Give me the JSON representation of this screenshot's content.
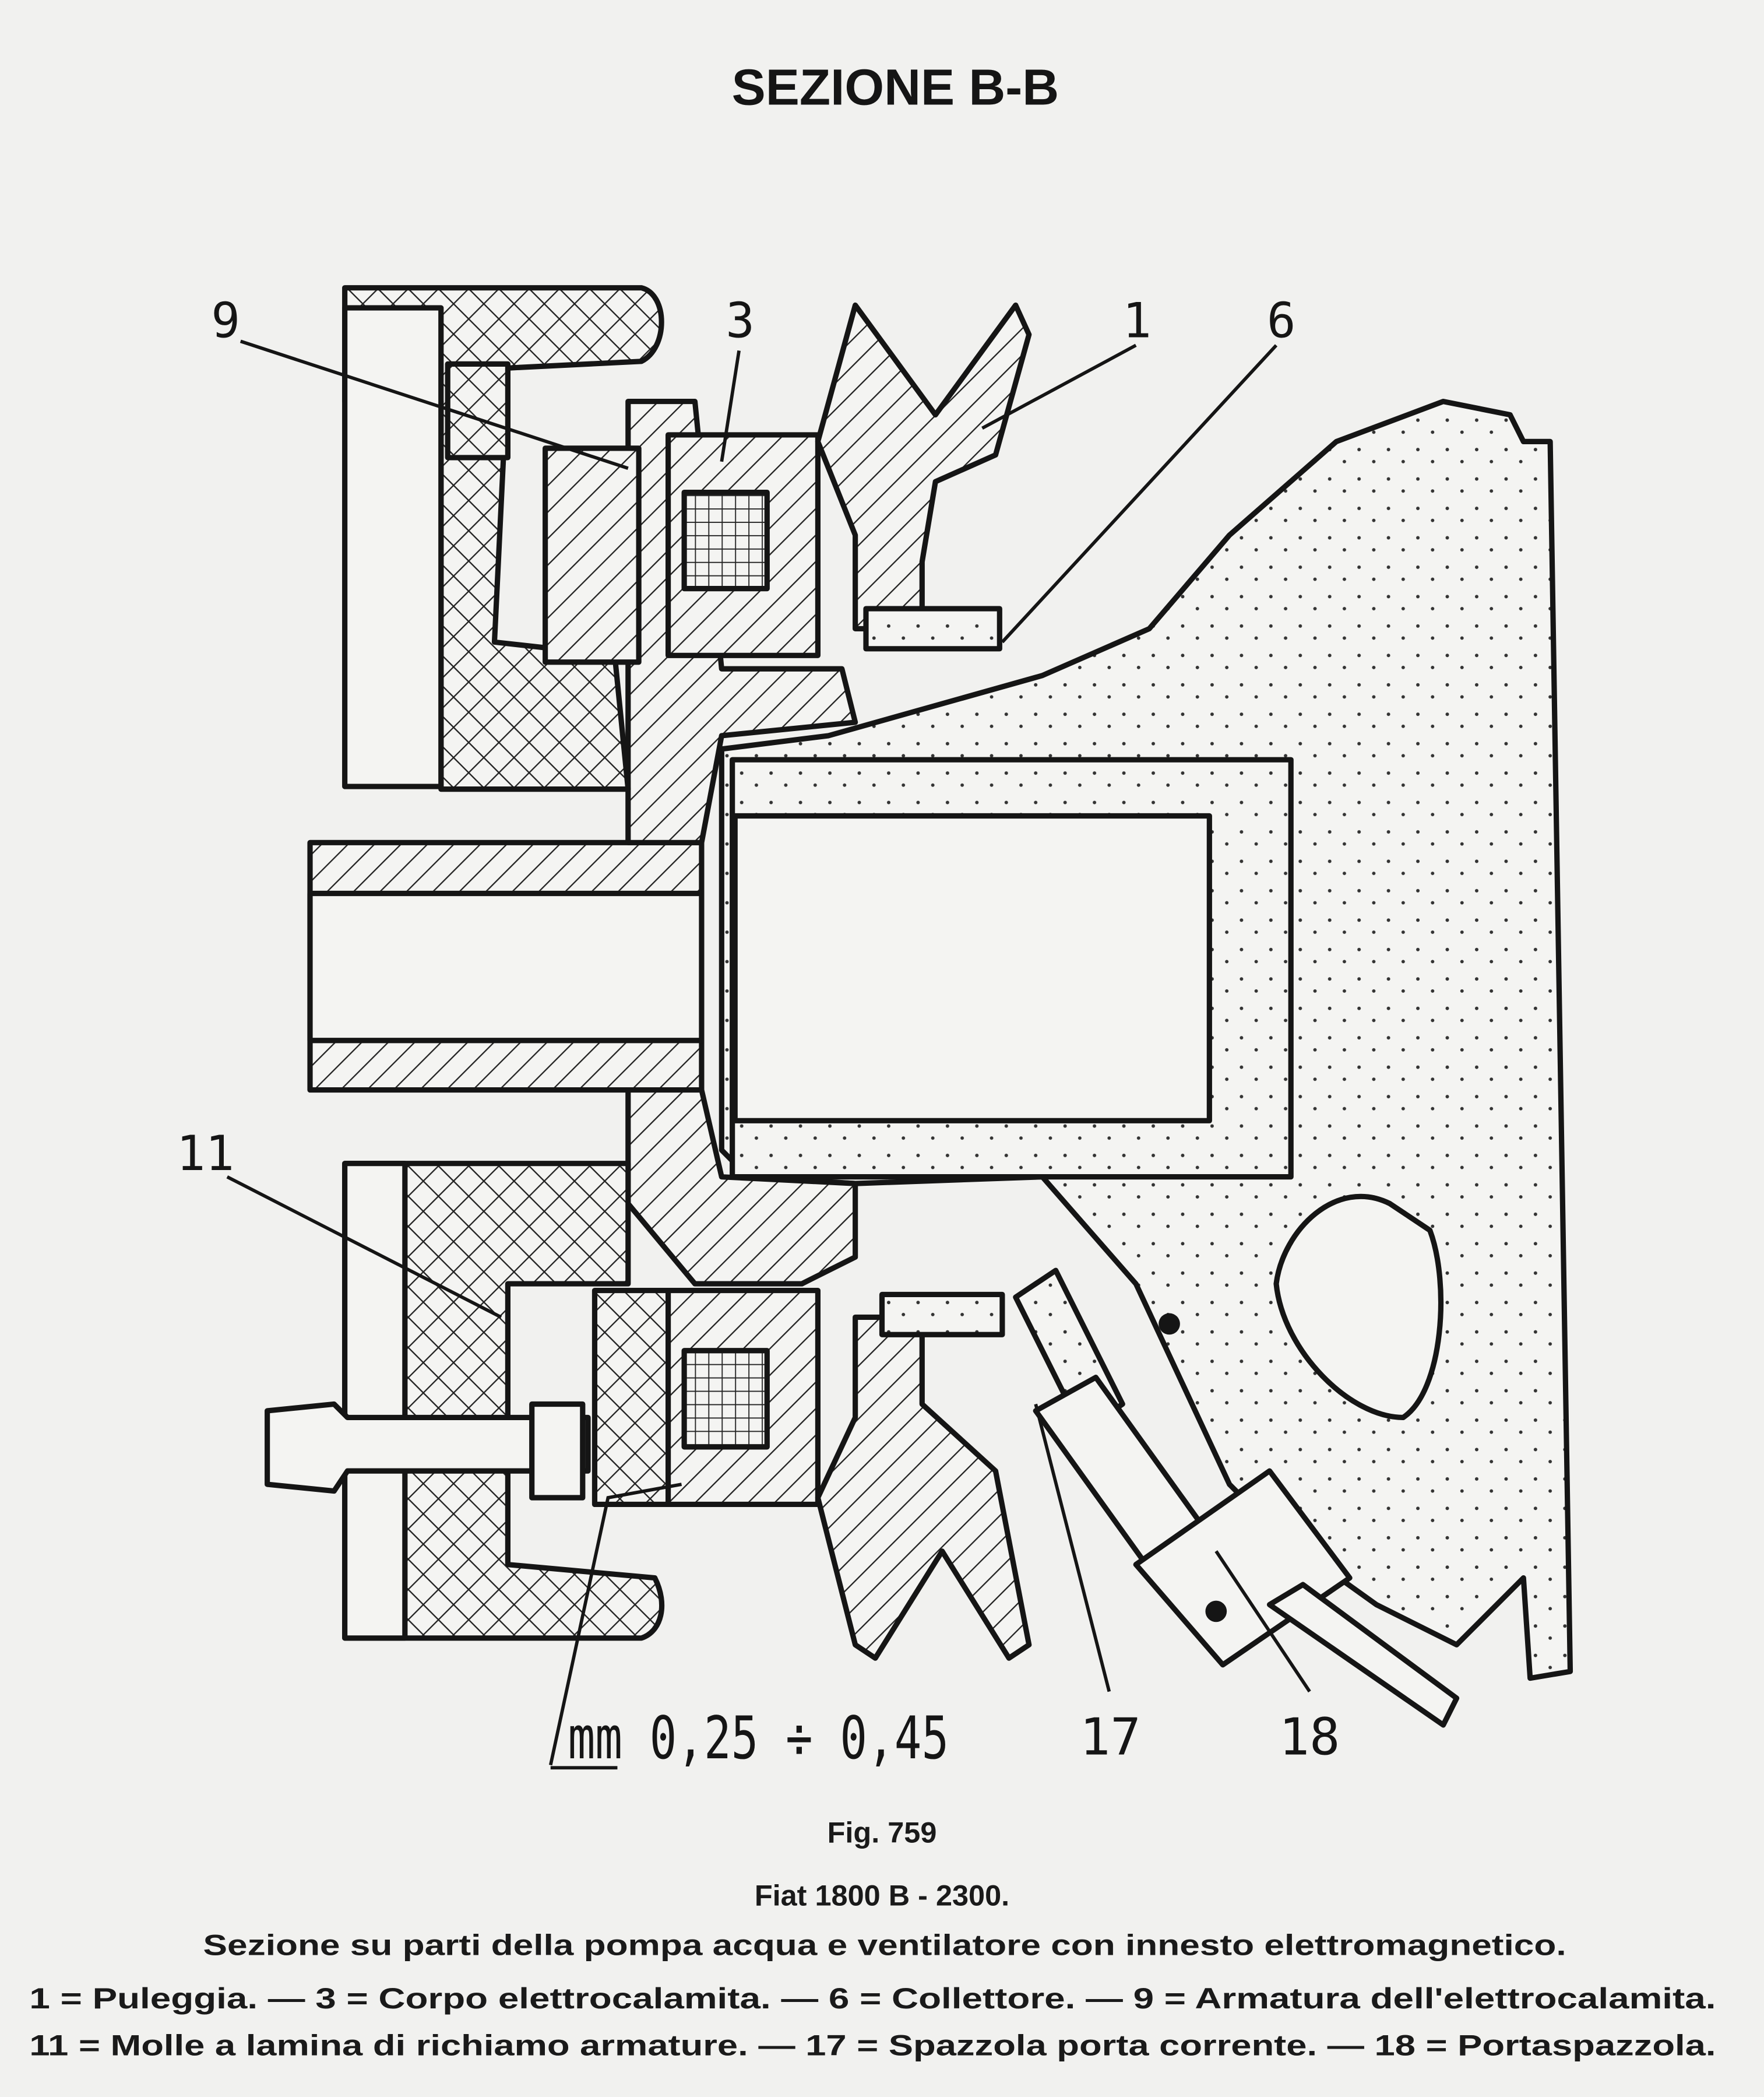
{
  "title": "SEZIONE B-B",
  "callouts": {
    "c9": "9",
    "c3": "3",
    "c1": "1",
    "c6": "6",
    "c11": "11",
    "c17": "17",
    "c18": "18"
  },
  "dimension": "mm 0,25 ÷ 0,45",
  "caption": {
    "figure": "Fig. 759",
    "model": "Fiat 1800 B - 2300.",
    "description": "Sezione su parti della pompa acqua e ventilatore con innesto elettromagnetico.",
    "legend_line1": "1 = Puleggia. — 3 = Corpo elettrocalamita. — 6 = Collettore. — 9 = Armatura dell'elettrocalamita.",
    "legend_line2": "11 = Molle a lamina di richiamo armature. — 17 = Spazzola porta corrente. — 18 = Portaspazzola."
  }
}
